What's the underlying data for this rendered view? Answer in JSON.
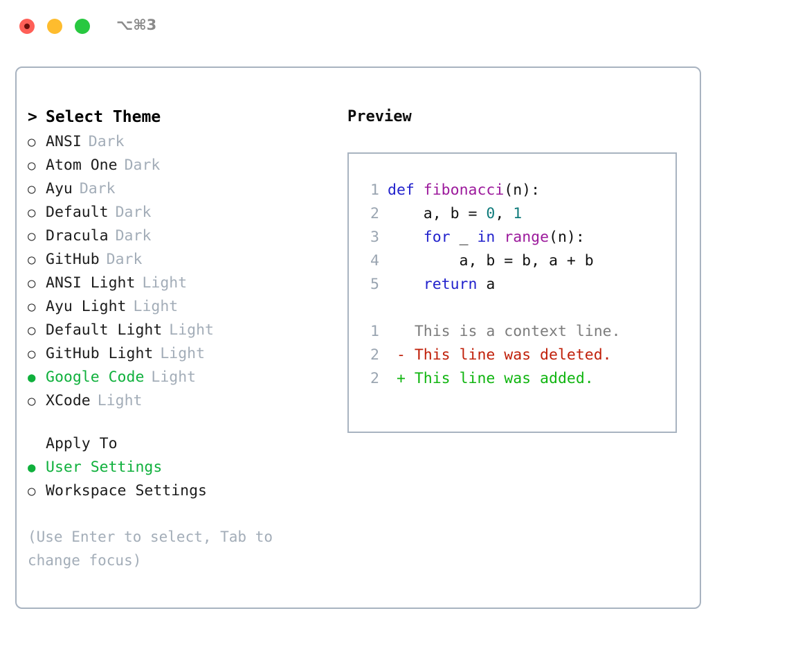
{
  "window": {
    "shortcut": "⌥⌘3",
    "traffic_lights": [
      {
        "name": "close",
        "color": "#ff5f57"
      },
      {
        "name": "minimize",
        "color": "#febc2e"
      },
      {
        "name": "maximize",
        "color": "#28c840"
      }
    ]
  },
  "selector": {
    "prompt": ">",
    "title": "Select Theme",
    "marker_unselected": "○",
    "marker_selected": "●",
    "accent_color": "#0fb03c",
    "tag_color": "#a3adb8",
    "items": [
      {
        "label": "ANSI",
        "tag": "Dark",
        "selected": false
      },
      {
        "label": "Atom One",
        "tag": "Dark",
        "selected": false
      },
      {
        "label": "Ayu",
        "tag": "Dark",
        "selected": false
      },
      {
        "label": "Default",
        "tag": "Dark",
        "selected": false
      },
      {
        "label": "Dracula",
        "tag": "Dark",
        "selected": false
      },
      {
        "label": "GitHub",
        "tag": "Dark",
        "selected": false
      },
      {
        "label": "ANSI Light",
        "tag": "Light",
        "selected": false
      },
      {
        "label": "Ayu Light",
        "tag": "Light",
        "selected": false
      },
      {
        "label": "Default Light",
        "tag": "Light",
        "selected": false
      },
      {
        "label": "GitHub Light",
        "tag": "Light",
        "selected": false
      },
      {
        "label": "Google Code",
        "tag": "Light",
        "selected": true
      },
      {
        "label": "XCode",
        "tag": "Light",
        "selected": false
      }
    ]
  },
  "apply_to": {
    "title": "Apply To",
    "items": [
      {
        "label": "User Settings",
        "selected": true
      },
      {
        "label": "Workspace Settings",
        "selected": false
      }
    ]
  },
  "hint": "(Use Enter to select, Tab to change focus)",
  "preview": {
    "title": "Preview",
    "code_lines": [
      {
        "num": "1",
        "tokens": [
          {
            "t": "def",
            "c": "tok-kw"
          },
          {
            "t": " ",
            "c": "tok-pl"
          },
          {
            "t": "fibonacci",
            "c": "tok-fn"
          },
          {
            "t": "(n):",
            "c": "tok-pl"
          }
        ]
      },
      {
        "num": "2",
        "tokens": [
          {
            "t": "    a, b = ",
            "c": "tok-pl"
          },
          {
            "t": "0",
            "c": "tok-num"
          },
          {
            "t": ", ",
            "c": "tok-pl"
          },
          {
            "t": "1",
            "c": "tok-num"
          }
        ]
      },
      {
        "num": "3",
        "tokens": [
          {
            "t": "    ",
            "c": "tok-pl"
          },
          {
            "t": "for",
            "c": "tok-kw"
          },
          {
            "t": " _ ",
            "c": "tok-pl"
          },
          {
            "t": "in",
            "c": "tok-kw"
          },
          {
            "t": " ",
            "c": "tok-pl"
          },
          {
            "t": "range",
            "c": "tok-fn"
          },
          {
            "t": "(n):",
            "c": "tok-pl"
          }
        ]
      },
      {
        "num": "4",
        "tokens": [
          {
            "t": "        a, b = b, a + b",
            "c": "tok-pl"
          }
        ]
      },
      {
        "num": "5",
        "tokens": [
          {
            "t": "    ",
            "c": "tok-pl"
          },
          {
            "t": "return",
            "c": "tok-kw"
          },
          {
            "t": " a",
            "c": "tok-pl"
          }
        ]
      }
    ],
    "diff_lines": [
      {
        "num": "1",
        "marker": " ",
        "text": "This is a context line.",
        "kind": "diff-ctx"
      },
      {
        "num": "2",
        "marker": "-",
        "text": "This line was deleted.",
        "kind": "diff-del"
      },
      {
        "num": "2",
        "marker": "+",
        "text": "This line was added.",
        "kind": "diff-add"
      }
    ],
    "colors": {
      "keyword": "#2222cc",
      "function": "#9c1a9c",
      "number": "#0f7b7b",
      "plain": "#111111",
      "line_number": "#9aa5b1",
      "diff_context": "#7c7c7c",
      "diff_deleted": "#c0200a",
      "diff_added": "#10b510",
      "border": "#a8b3c0"
    }
  }
}
